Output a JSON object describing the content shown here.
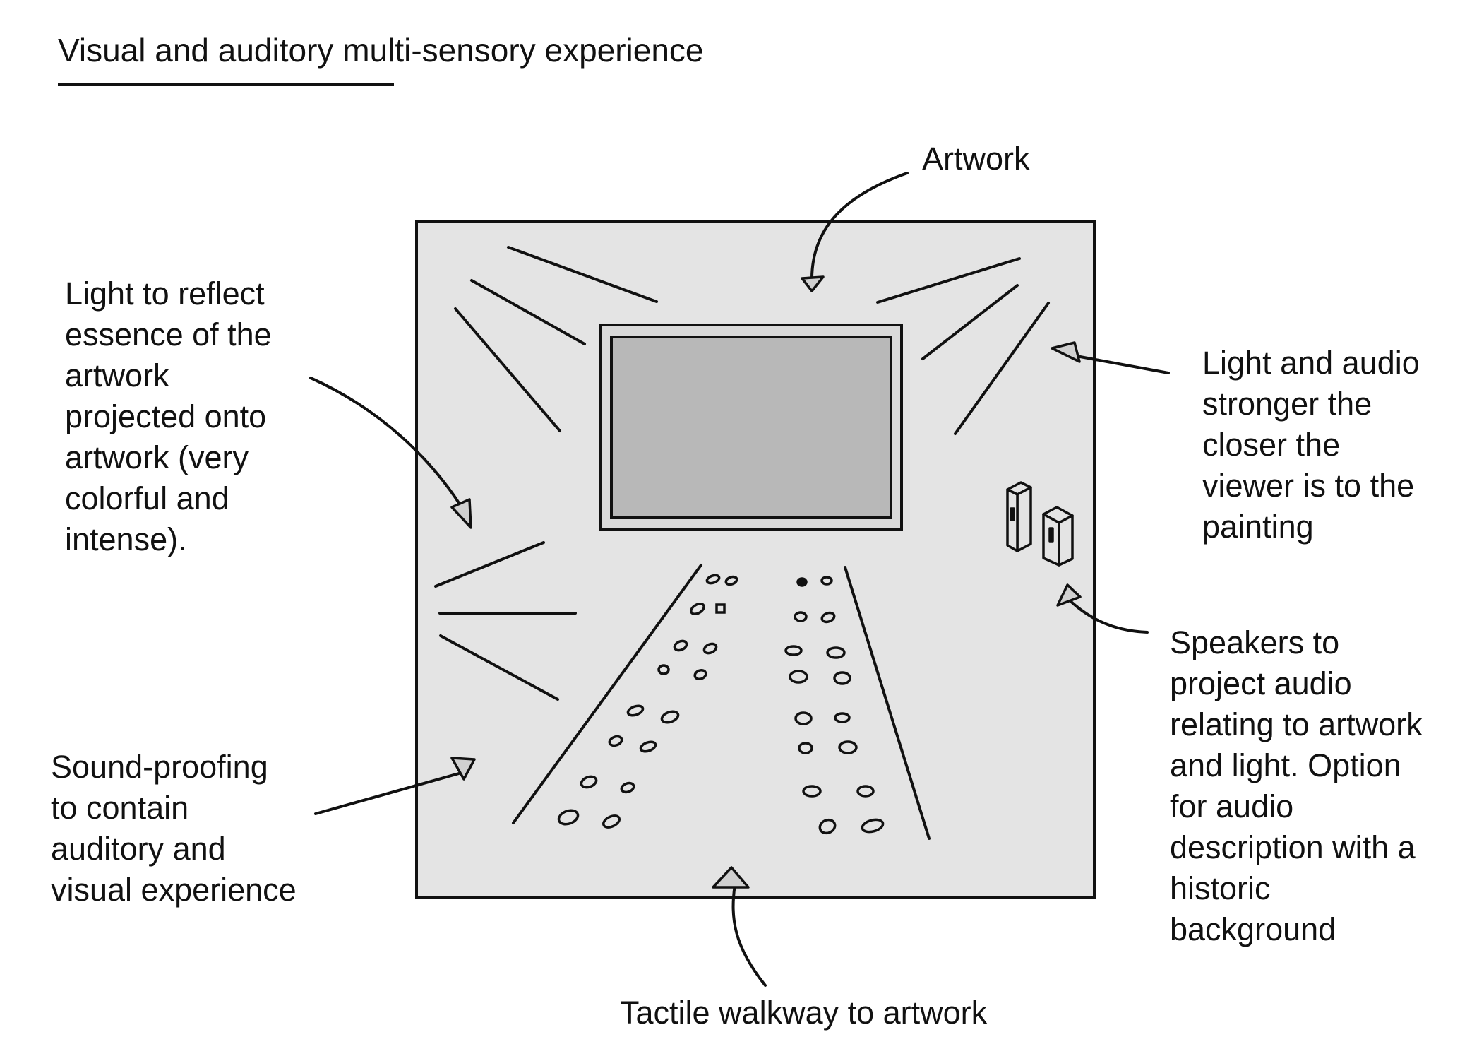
{
  "title": "Visual and auditory multi-sensory experience",
  "labels": {
    "artwork": "Artwork",
    "light_reflect": "Light to reflect\nessence of the\nartwork\nprojected onto\nartwork (very\ncolorful and\nintense).",
    "light_audio": "Light and audio\nstronger the\ncloser the\nviewer is to the\npainting",
    "speakers": "Speakers to\nproject audio\nrelating to artwork\nand light. Option\nfor audio\ndescription with a\nhistoric\nbackground",
    "soundproofing": "Sound-proofing\nto contain\nauditory and\nvisual experience",
    "walkway": "Tactile walkway to artwork"
  },
  "colors": {
    "room_fill": "#e4e4e4",
    "artwork_fill": "#b8b8b8",
    "frame_fill": "#d9d9d9",
    "arrowhead_fill": "#d0d0d0",
    "ink": "#111111"
  }
}
